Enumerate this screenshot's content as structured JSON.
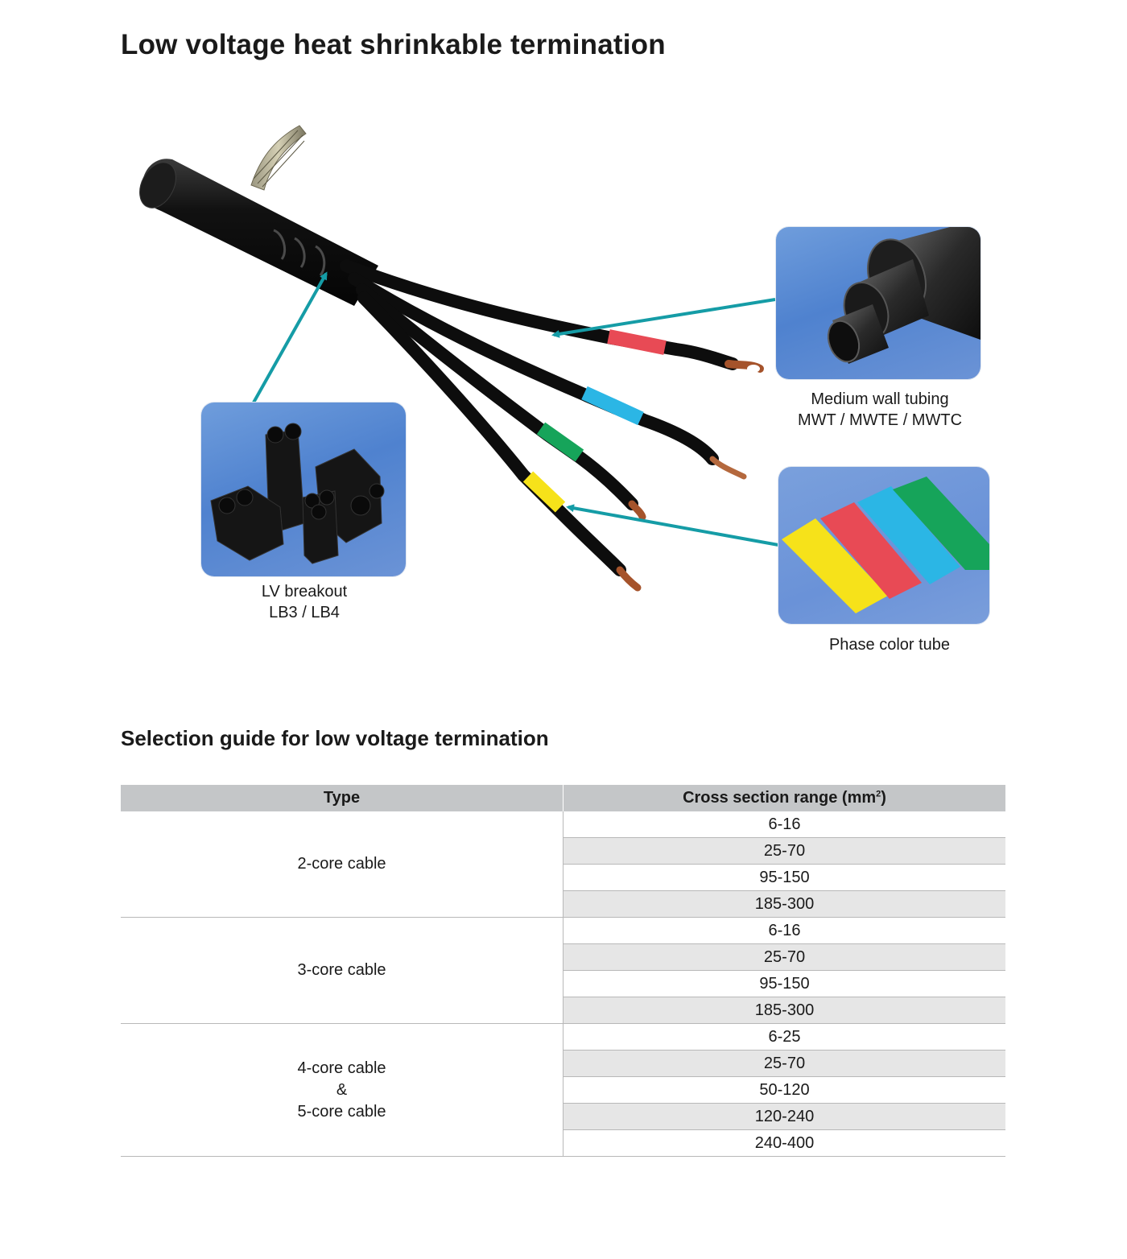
{
  "page": {
    "title": "Low voltage heat shrinkable termination",
    "subtitle": "Selection guide for low voltage termination"
  },
  "callouts": {
    "breakout": {
      "line1": "LV breakout",
      "line2": "LB3 / LB4"
    },
    "tubing": {
      "line1": "Medium wall tubing",
      "line2": "MWT / MWTE / MWTC"
    },
    "phase": {
      "line1": "Phase color tube"
    }
  },
  "colors": {
    "arrow": "#159ca6",
    "phase_red": "#e84a55",
    "phase_blue": "#2bb6e5",
    "phase_green": "#16a45a",
    "phase_yellow": "#f6e21a",
    "header_bg": "#c4c6c8",
    "row_alt_bg": "#e6e6e6"
  },
  "table": {
    "header_type": "Type",
    "header_range": "Cross section range (mm",
    "header_range_sup": "2",
    "header_range_close": ")",
    "groups": [
      {
        "type_lines": [
          "2-core cable"
        ],
        "ranges": [
          "6-16",
          "25-70",
          "95-150",
          "185-300"
        ]
      },
      {
        "type_lines": [
          "3-core cable"
        ],
        "ranges": [
          "6-16",
          "25-70",
          "95-150",
          "185-300"
        ]
      },
      {
        "type_lines": [
          "4-core cable",
          "&",
          "5-core cable"
        ],
        "ranges": [
          "6-25",
          "25-70",
          "50-120",
          "120-240",
          "240-400"
        ]
      }
    ]
  }
}
